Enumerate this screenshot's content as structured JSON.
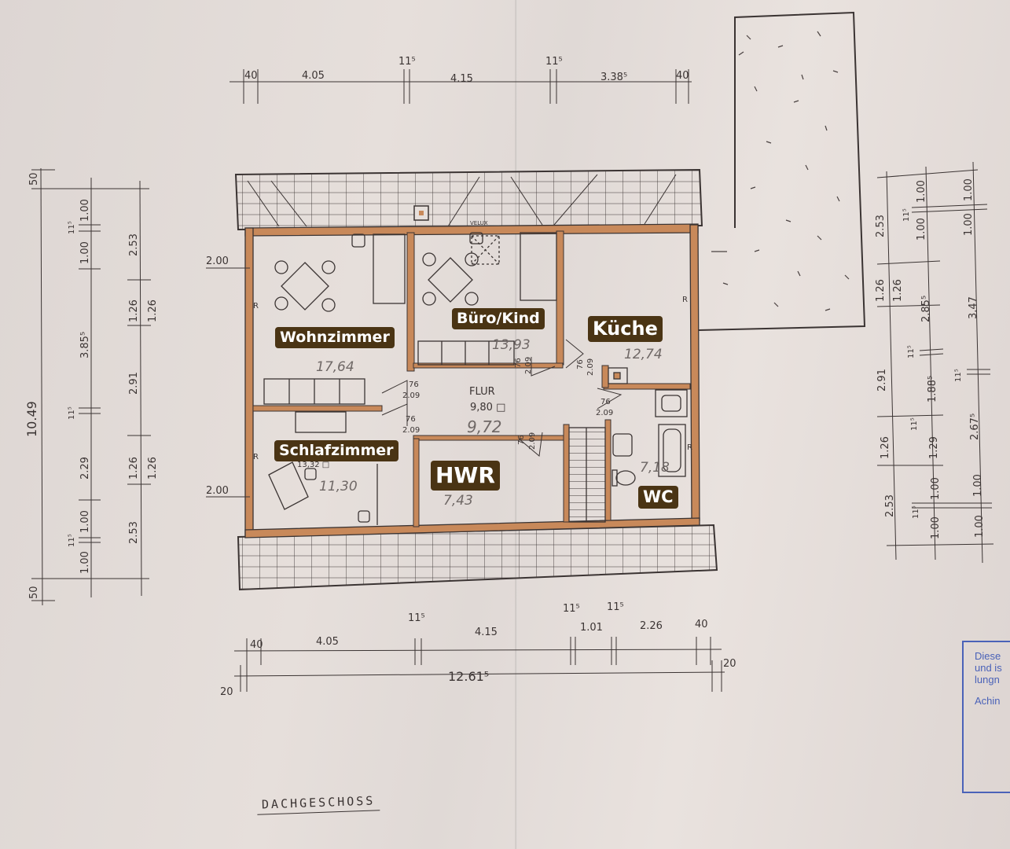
{
  "drawing_title": "DACHGESCHOSS",
  "room_labels": {
    "wohnzimmer": "Wohnzimmer",
    "buero_kind": "Büro/Kind",
    "kueche": "Küche",
    "schlafzimmer": "Schlafzimmer",
    "hwr": "HWR",
    "wc": "WC"
  },
  "flur": {
    "name": "FLUR",
    "area_printed": "9,80 □",
    "area_pencil": "9,72"
  },
  "pencil_areas": {
    "wohnzimmer": "17,64",
    "buero_kind": "13,93",
    "kueche": "12,74",
    "schlafzimmer": "11,30",
    "hwr": "7,43",
    "wc": "7,18"
  },
  "printed_areas": {
    "schlafzimmer": "13,32 □"
  },
  "annotations": {
    "velux": "VELUX",
    "window_marker": "R"
  },
  "dimensions": {
    "top_outer": [
      "40",
      "4.05",
      "11⁵",
      "4.15",
      "11⁵",
      "3.38⁵",
      "40"
    ],
    "bottom_inner": [
      "40",
      "4.05",
      "11⁵",
      "4.15",
      "11⁵",
      "1.01",
      "11⁵",
      "2.26",
      "40"
    ],
    "bottom_total": "12.61⁵",
    "bottom_ends": [
      "20",
      "20"
    ],
    "left_total": "10.49",
    "left_chain_a": [
      "50",
      "1.00",
      "11⁵",
      "1.00",
      "3.85⁵",
      "11⁵",
      "2.29",
      "1.00",
      "11⁵",
      "1.00",
      "50"
    ],
    "left_chain_b": [
      "2.53",
      "1.26",
      "1.26",
      "2.91",
      "1.26",
      "1.26",
      "2.53"
    ],
    "left_wall_marks": [
      "2.00",
      "2.00"
    ],
    "right_chain_a": [
      "2.53",
      "1.26",
      "2.91",
      "1.26",
      "2.53"
    ],
    "right_chain_b": [
      "1.00",
      "11⁵",
      "1.00",
      "1.26",
      "11⁵",
      "1.88⁵",
      "11⁵",
      "1.29",
      "1.00",
      "11⁵",
      "1.00"
    ],
    "right_chain_c": [
      "2.85⁵",
      "1.00",
      "1.00",
      "3.47",
      "11⁵",
      "2.67⁵",
      "1.00",
      "1.00"
    ],
    "doors": [
      {
        "w": "76",
        "h": "2.09"
      },
      {
        "w": "76",
        "h": "2.09"
      },
      {
        "w": "76",
        "h": "2.09"
      },
      {
        "w": "76",
        "h": "2.09"
      },
      {
        "w": "76",
        "h": "2.09"
      },
      {
        "w": "76",
        "h": "2.09"
      }
    ]
  },
  "stamp_text": [
    "Diese",
    "und is",
    "lungn",
    "Achin"
  ],
  "colors": {
    "paper": "#e3dcd8",
    "ink": "#3b3433",
    "wall": "#c8895a",
    "label_bg": "#4a3414",
    "stamp": "#4a62b8"
  }
}
